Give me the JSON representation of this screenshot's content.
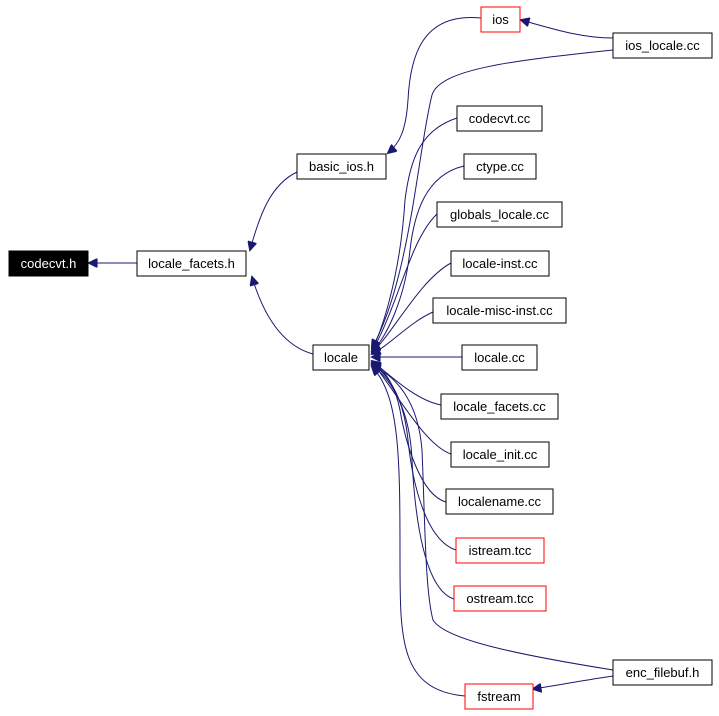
{
  "graph": {
    "edge_color": "#191970",
    "nodes": {
      "codecvt_h": {
        "label": "codecvt.h",
        "style": "root"
      },
      "locale_facets_h": {
        "label": "locale_facets.h",
        "style": "normal"
      },
      "basic_ios_h": {
        "label": "basic_ios.h",
        "style": "normal"
      },
      "locale": {
        "label": "locale",
        "style": "normal"
      },
      "ios": {
        "label": "ios",
        "style": "red"
      },
      "ios_locale_cc": {
        "label": "ios_locale.cc",
        "style": "normal"
      },
      "codecvt_cc": {
        "label": "codecvt.cc",
        "style": "normal"
      },
      "ctype_cc": {
        "label": "ctype.cc",
        "style": "normal"
      },
      "globals_locale_cc": {
        "label": "globals_locale.cc",
        "style": "normal"
      },
      "locale_inst_cc": {
        "label": "locale-inst.cc",
        "style": "normal"
      },
      "locale_misc_inst_cc": {
        "label": "locale-misc-inst.cc",
        "style": "normal"
      },
      "locale_cc": {
        "label": "locale.cc",
        "style": "normal"
      },
      "locale_facets_cc": {
        "label": "locale_facets.cc",
        "style": "normal"
      },
      "locale_init_cc": {
        "label": "locale_init.cc",
        "style": "normal"
      },
      "localename_cc": {
        "label": "localename.cc",
        "style": "normal"
      },
      "istream_tcc": {
        "label": "istream.tcc",
        "style": "red"
      },
      "ostream_tcc": {
        "label": "ostream.tcc",
        "style": "red"
      },
      "enc_filebuf_h": {
        "label": "enc_filebuf.h",
        "style": "normal"
      },
      "fstream": {
        "label": "fstream",
        "style": "red"
      }
    },
    "edges": [
      {
        "from": "locale_facets_h",
        "to": "codecvt_h"
      },
      {
        "from": "basic_ios_h",
        "to": "locale_facets_h"
      },
      {
        "from": "locale",
        "to": "locale_facets_h"
      },
      {
        "from": "ios",
        "to": "basic_ios_h"
      },
      {
        "from": "ios_locale_cc",
        "to": "ios"
      },
      {
        "from": "ios_locale_cc",
        "to": "locale"
      },
      {
        "from": "codecvt_cc",
        "to": "locale"
      },
      {
        "from": "ctype_cc",
        "to": "locale"
      },
      {
        "from": "globals_locale_cc",
        "to": "locale"
      },
      {
        "from": "locale_inst_cc",
        "to": "locale"
      },
      {
        "from": "locale_misc_inst_cc",
        "to": "locale"
      },
      {
        "from": "locale_cc",
        "to": "locale"
      },
      {
        "from": "locale_facets_cc",
        "to": "locale"
      },
      {
        "from": "locale_init_cc",
        "to": "locale"
      },
      {
        "from": "localename_cc",
        "to": "locale"
      },
      {
        "from": "istream_tcc",
        "to": "locale"
      },
      {
        "from": "ostream_tcc",
        "to": "locale"
      },
      {
        "from": "enc_filebuf_h",
        "to": "locale"
      },
      {
        "from": "fstream",
        "to": "locale"
      },
      {
        "from": "enc_filebuf_h",
        "to": "fstream"
      }
    ]
  }
}
